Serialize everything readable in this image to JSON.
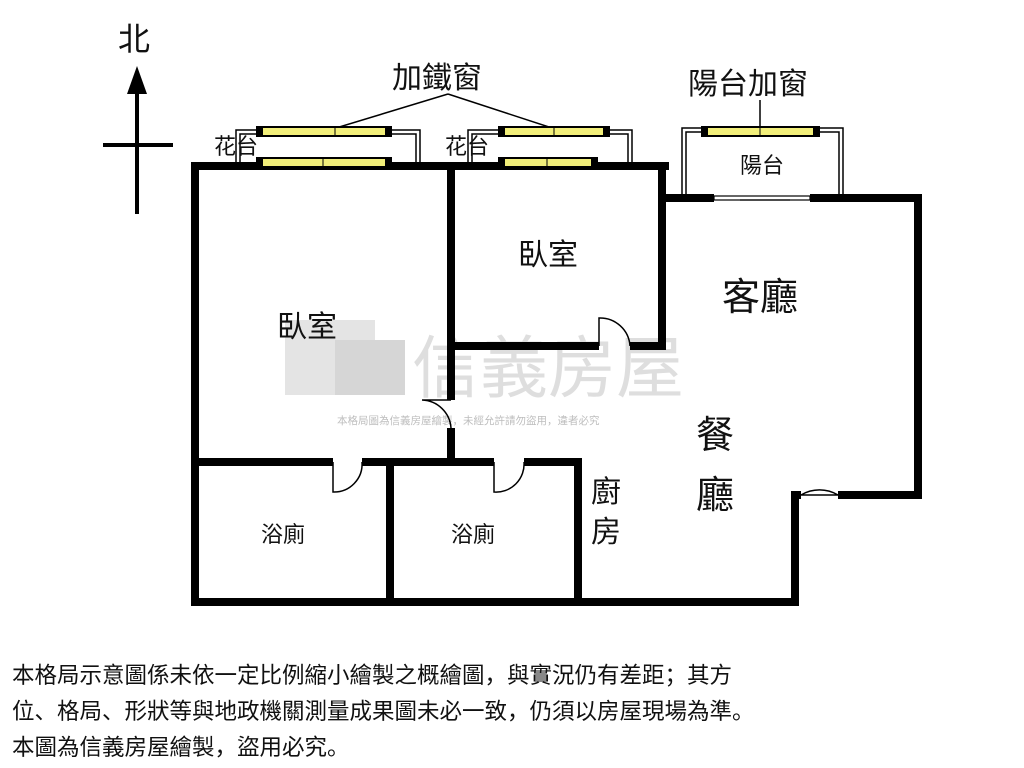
{
  "compass": {
    "north": "北"
  },
  "annotations": {
    "iron_window": "加鐵窗",
    "balcony_window": "陽台加窗",
    "planter_1": "花台",
    "planter_2": "花台"
  },
  "rooms": {
    "balcony": "陽台",
    "bedroom_small": "臥室",
    "bedroom_large": "臥室",
    "living_room": "客廳",
    "dining_1": "餐",
    "dining_2": "廳",
    "kitchen_1": "廚",
    "kitchen_2": "房",
    "bathroom_1": "浴廁",
    "bathroom_2": "浴廁"
  },
  "watermark": {
    "brand": "信義房屋",
    "notice": "本格局圖為信義房屋繪製，未經允許請勿盜用，違者必究"
  },
  "disclaimer": [
    "本格局示意圖係未依一定比例縮小繪製之概繪圖，與實況仍有差距；其方",
    "位、格局、形狀等與地政機關測量成果圖未必一致，仍須以房屋現場為準。",
    "本圖為信義房屋繪製，盜用必究。"
  ],
  "colors": {
    "wall": "#000000",
    "window": "#f2ef7a"
  }
}
